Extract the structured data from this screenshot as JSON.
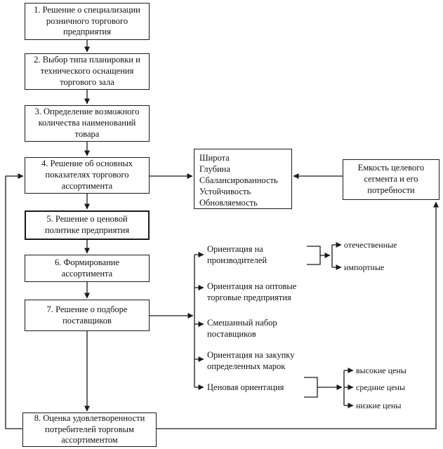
{
  "diagram": {
    "process_boxes": [
      {
        "label": "1. Решение о специализации розничного торгового предприятия"
      },
      {
        "label": "2. Выбор типа планировки и технического оснащения торгового зала"
      },
      {
        "label": "3. Определение возможного количества наименований товара"
      },
      {
        "label": "4. Решение об основных показателях торгового ассортимента"
      },
      {
        "label": "5. Решение о ценовой политике предприятия"
      },
      {
        "label": "6. Формирование ассортимента"
      },
      {
        "label": "7. Решение о подборе поставщиков"
      },
      {
        "label": "8. Оценка удовлетворенности потребителей торговым ассортиментом"
      }
    ],
    "assortment_indicators_box": {
      "lines": [
        "Широта",
        "Глубина",
        "Сбалансированность",
        "Устойчивость",
        "Обновляемость"
      ]
    },
    "target_segment_box": {
      "label": "Емкость целевого сегмента и его потребности"
    },
    "supplier_options": [
      {
        "label": "Ориентация на производителей"
      },
      {
        "label": "Ориентация на оптовые торговые предприятия"
      },
      {
        "label": "Смешанный набор поставщиков"
      },
      {
        "label": "Ориентация на закупку определенных марок"
      },
      {
        "label": "Ценовая ориентация"
      }
    ],
    "producer_types": [
      {
        "label": "отечественные"
      },
      {
        "label": "импортные"
      }
    ],
    "price_levels": [
      {
        "label": "высокие цены"
      },
      {
        "label": "средние цены"
      },
      {
        "label": "низкие цены"
      }
    ],
    "colors": {
      "line": "#1a1a1a",
      "box_border": "#1a1a1a",
      "text": "#111111",
      "background": "#ffffff"
    }
  }
}
